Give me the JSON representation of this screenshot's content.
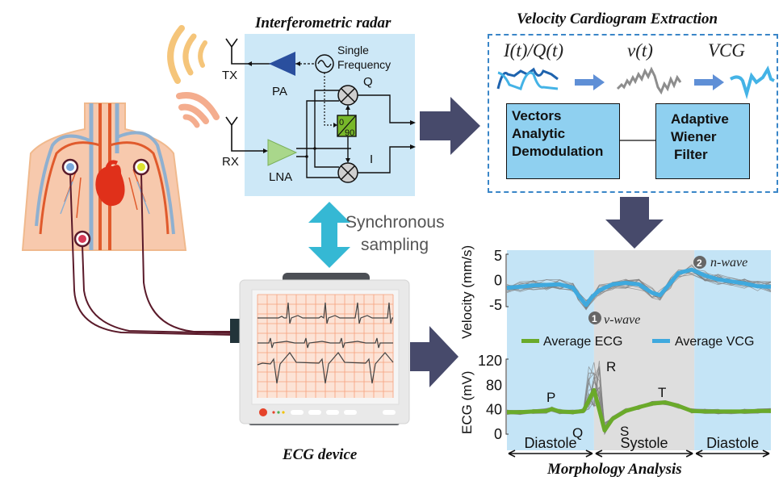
{
  "radar": {
    "title": "Interferometric radar",
    "tx_label": "TX",
    "rx_label": "RX",
    "pa_label": "PA",
    "lna_label": "LNA",
    "oscillator_label_1": "Single",
    "oscillator_label_2": "Frequency",
    "q_label": "Q",
    "i_label": "I",
    "phase_shifter_top": "0",
    "phase_shifter_bottom": "90"
  },
  "vcg_extraction": {
    "title": "Velocity Cardiogram Extraction",
    "signal_labels": [
      "I(t)/Q(t)",
      "v(t)",
      "VCG"
    ],
    "block_1": [
      "Vectors",
      "Analytic",
      "Demodulation"
    ],
    "block_2": [
      "Adaptive",
      "Wiener",
      "Filter"
    ]
  },
  "sync": {
    "line_1": "Synchronous",
    "line_2": "sampling"
  },
  "ecg_device": {
    "title": "ECG device"
  },
  "morphology": {
    "title": "Morphology Analysis",
    "phases": [
      "Diastole",
      "Systole",
      "Diastole"
    ]
  },
  "colors": {
    "radar_bg": "#cde8f7",
    "block_fill": "#8fd0f0",
    "vcg_blue": "#3fa9de",
    "ecg_green": "#6aaa2a",
    "big_arrow": "#474a6b",
    "sync_arrow": "#35b8d4",
    "diastole_bg": "#c4e4f6",
    "systole_bg": "#dedede"
  },
  "chart_data": [
    {
      "type": "line",
      "title": "",
      "ylabel": "Velocity (mm/s)",
      "xlabel": "",
      "ylim": [
        -8,
        6
      ],
      "yticks": [
        5,
        0,
        -5
      ],
      "x": [
        0,
        0.05,
        0.1,
        0.15,
        0.2,
        0.25,
        0.27,
        0.3,
        0.32,
        0.35,
        0.4,
        0.45,
        0.5,
        0.55,
        0.58,
        0.62,
        0.65,
        0.7,
        0.75,
        0.8,
        0.85,
        0.9,
        0.95,
        1.0
      ],
      "series": [
        {
          "name": "Average VCG",
          "values": [
            -1.5,
            -1.3,
            -1.0,
            -0.9,
            -0.8,
            -1.5,
            -3.0,
            -5.0,
            -3.5,
            -2.0,
            -0.8,
            -0.5,
            -0.8,
            -2.5,
            -3.0,
            -0.5,
            1.5,
            2.2,
            1.0,
            0.2,
            -0.2,
            -0.6,
            -1.2,
            -1.3
          ]
        }
      ],
      "annotations": [
        {
          "marker": "1",
          "text": "v-wave"
        },
        {
          "marker": "2",
          "text": "n-wave"
        }
      ],
      "shaded_regions": [
        {
          "label": "Diastole",
          "from": 0,
          "to": 0.33
        },
        {
          "label": "Systole",
          "from": 0.33,
          "to": 0.71
        },
        {
          "label": "Diastole",
          "from": 0.71,
          "to": 1.0
        }
      ],
      "legend": [
        "Average ECG",
        "Average VCG"
      ],
      "legend_position": "bottom"
    },
    {
      "type": "line",
      "title": "",
      "ylabel": "ECG (mV)",
      "xlabel": "",
      "ylim": [
        0,
        120
      ],
      "yticks": [
        120,
        80,
        40,
        0
      ],
      "x": [
        0,
        0.05,
        0.1,
        0.15,
        0.17,
        0.2,
        0.25,
        0.29,
        0.31,
        0.33,
        0.35,
        0.37,
        0.4,
        0.45,
        0.5,
        0.55,
        0.6,
        0.65,
        0.7,
        0.75,
        0.8,
        0.85,
        0.9,
        0.95,
        1.0
      ],
      "series": [
        {
          "name": "Average ECG",
          "values": [
            36,
            36,
            37,
            38,
            41,
            37,
            36,
            38,
            55,
            72,
            40,
            6,
            25,
            38,
            44,
            50,
            52,
            46,
            38,
            37,
            37,
            37,
            37,
            38,
            38
          ]
        }
      ],
      "wave_labels": [
        "P",
        "Q",
        "R",
        "S",
        "T"
      ],
      "shaded_regions": [
        {
          "label": "Diastole",
          "from": 0,
          "to": 0.33
        },
        {
          "label": "Systole",
          "from": 0.33,
          "to": 0.71
        },
        {
          "label": "Diastole",
          "from": 0.71,
          "to": 1.0
        }
      ]
    }
  ]
}
